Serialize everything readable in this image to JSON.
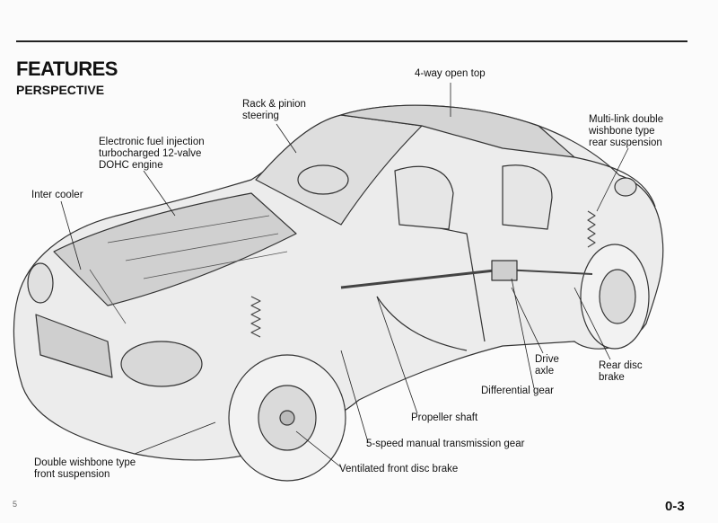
{
  "header": {
    "title": "FEATURES",
    "subtitle": "PERSPECTIVE"
  },
  "callouts": {
    "open_top": "4-way open top",
    "steering_1": "Rack & pinion",
    "steering_2": "steering",
    "injection_1": "Electronic fuel injection",
    "injection_2": "turbocharged 12-valve",
    "injection_3": "DOHC engine",
    "intercooler": "Inter cooler",
    "rear_susp_1": "Multi-link double",
    "rear_susp_2": "wishbone type",
    "rear_susp_3": "rear suspension",
    "drive_axle_1": "Drive",
    "drive_axle_2": "axle",
    "rear_brake_1": "Rear disc",
    "rear_brake_2": "brake",
    "diff_gear": "Differential gear",
    "prop_shaft": "Propeller shaft",
    "transmission": "5-speed manual transmission gear",
    "front_susp_1": "Double wishbone type",
    "front_susp_2": "front suspension",
    "front_brake": "Ventilated front disc brake"
  },
  "footer": {
    "corner_mark": "5",
    "page_number": "0-3"
  }
}
